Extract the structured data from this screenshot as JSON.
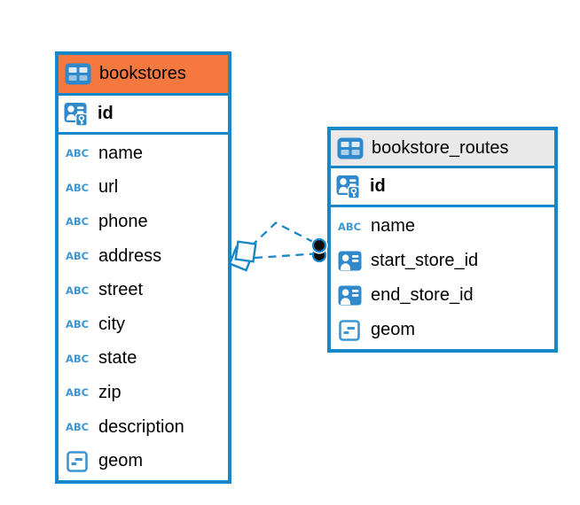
{
  "colors": {
    "table_border": "#1787C8",
    "header_bookstores": "#F5793F",
    "header_routes": "#E9E9E9",
    "icon_blue": "#2F89CB",
    "type_icon_blue": "#3D95D1",
    "connector_blue": "#1787C8",
    "endpoint_black": "#0B0B0B",
    "text": "#000000"
  },
  "icons": {
    "text_type_label": "ABC"
  },
  "tables": [
    {
      "name": "bookstores",
      "primary_key": {
        "name": "id"
      },
      "columns": [
        {
          "name": "name",
          "type": "text"
        },
        {
          "name": "url",
          "type": "text"
        },
        {
          "name": "phone",
          "type": "text"
        },
        {
          "name": "address",
          "type": "text"
        },
        {
          "name": "street",
          "type": "text"
        },
        {
          "name": "city",
          "type": "text"
        },
        {
          "name": "state",
          "type": "text"
        },
        {
          "name": "zip",
          "type": "text"
        },
        {
          "name": "description",
          "type": "text"
        },
        {
          "name": "geom",
          "type": "geometry"
        }
      ]
    },
    {
      "name": "bookstore_routes",
      "primary_key": {
        "name": "id"
      },
      "columns": [
        {
          "name": "name",
          "type": "text"
        },
        {
          "name": "start_store_id",
          "type": "reference"
        },
        {
          "name": "end_store_id",
          "type": "reference"
        },
        {
          "name": "geom",
          "type": "geometry"
        }
      ]
    }
  ],
  "relationships": [
    {
      "from_table": "bookstore_routes",
      "to_table": "bookstores",
      "line_style": "dashed",
      "source_decoration": "diamond",
      "target_decoration": "filled-dot"
    },
    {
      "from_table": "bookstore_routes",
      "to_table": "bookstores",
      "line_style": "dashed",
      "source_decoration": "diamond",
      "target_decoration": "filled-dot"
    }
  ]
}
